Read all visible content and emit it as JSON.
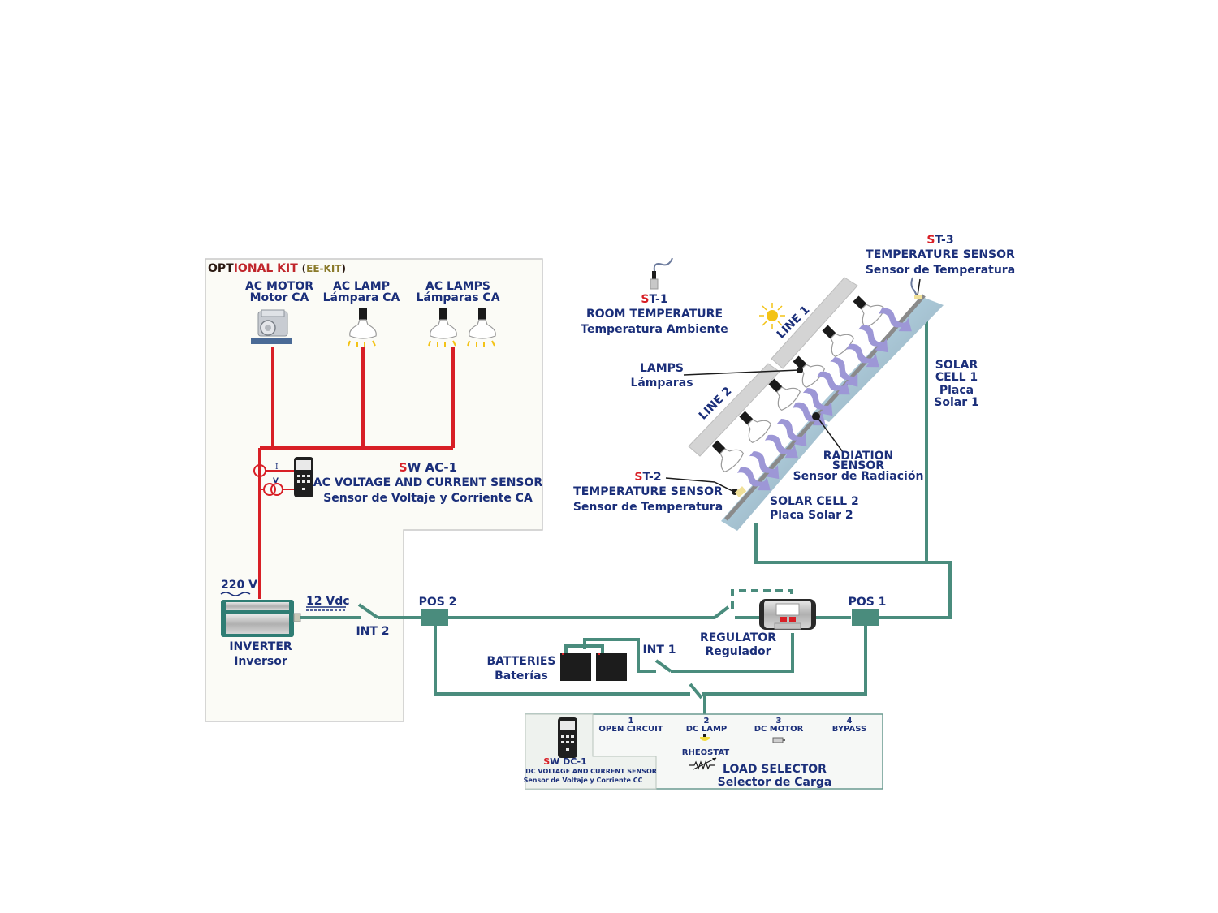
{
  "optional_kit": {
    "title_part1": "OPTIONAL KIT",
    "title_part2": "(EE-KIT)",
    "colors": {
      "dark": "#2b1a12",
      "red": "#c0262b",
      "olive": "#8a7a2a"
    }
  },
  "ac_loads": [
    {
      "line1": "AC MOTOR",
      "line2": "Motor CA",
      "icon": "ac-motor-icon"
    },
    {
      "line1": "AC LAMP",
      "line2": "Lámpara CA",
      "icon": "lamp-icon"
    },
    {
      "line1": "AC LAMPS",
      "line2": "Lámparas CA",
      "icon": "lamp-icon"
    }
  ],
  "sw_ac1": {
    "code_prefix": "S",
    "code_rest": "W AC-1",
    "title": "AC VOLTAGE AND CURRENT SENSOR",
    "subtitle": "Sensor de Voltaje y Corriente CA",
    "current_symbol": "I",
    "voltage_symbol": "V"
  },
  "inverter": {
    "ac_voltage": "220 V",
    "dc_voltage": "12 Vdc",
    "title": "INVERTER",
    "subtitle": "Inversor"
  },
  "switches": {
    "int2": "INT 2",
    "int1": "INT 1"
  },
  "positions": {
    "pos2": "POS 2",
    "pos1": "POS 1"
  },
  "batteries": {
    "title": "BATTERIES",
    "subtitle": "Baterías"
  },
  "regulator": {
    "title": "REGULATOR",
    "subtitle": "Regulador"
  },
  "st1": {
    "code_prefix": "S",
    "code_rest": "T-1",
    "title": "ROOM TEMPERATURE",
    "subtitle": "Temperatura Ambiente"
  },
  "st2": {
    "code_prefix": "S",
    "code_rest": "T-2",
    "title": "TEMPERATURE SENSOR",
    "subtitle": "Sensor de Temperatura"
  },
  "st3": {
    "code_prefix": "S",
    "code_rest": "T-3",
    "title": "TEMPERATURE SENSOR",
    "subtitle": "Sensor de Temperatura"
  },
  "lamps": {
    "title": "LAMPS",
    "subtitle": "Lámparas"
  },
  "lines": {
    "line1": "LINE 1",
    "line2": "LINE 2"
  },
  "solar_cell1": {
    "l1": "SOLAR",
    "l2": "CELL 1",
    "l3": "Placa",
    "l4": "Solar 1"
  },
  "solar_cell2": {
    "title": "SOLAR CELL 2",
    "subtitle": "Placa Solar 2"
  },
  "radiation_sensor": {
    "l1": "RADIATION",
    "l2": "SENSOR",
    "subtitle": "Sensor de Radiación"
  },
  "load_selector": {
    "title": "LOAD SELECTOR",
    "subtitle": "Selector de Carga",
    "options": [
      {
        "number": "1",
        "label": "OPEN CIRCUIT"
      },
      {
        "number": "2",
        "label": "DC LAMP"
      },
      {
        "number": "3",
        "label": "DC MOTOR"
      },
      {
        "number": "4",
        "label": "BYPASS"
      }
    ],
    "rheostat": "RHEOSTAT"
  },
  "sw_dc1": {
    "code_prefix": "S",
    "code_rest": "W DC-1",
    "title": "DC VOLTAGE AND CURRENT SENSOR",
    "subtitle": "Sensor de Voltaje y Corriente CC"
  },
  "colors": {
    "label_blue": "#1b2f7a",
    "ac_wire": "#d81f26",
    "dc_wire": "#4a8c7d",
    "panel_bg": "#fbfbf6",
    "solar_blue": "#a9d3e8",
    "radiation_arrow": "#9d97d6"
  }
}
